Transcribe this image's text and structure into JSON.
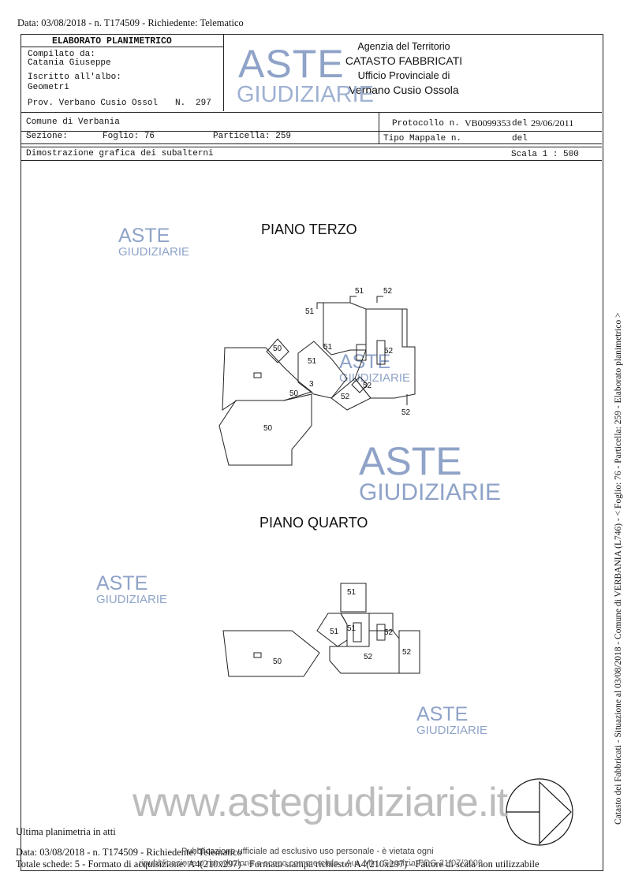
{
  "top_line": "Data: 03/08/2018 - n. T174509 - Richiedente: Telematico",
  "header": {
    "doc_title": "ELABORATO PLANIMETRICO",
    "compiled_label": "Compilato da:",
    "compiled_name": "Catania Giuseppe",
    "albo_label": "Iscritto all'albo:",
    "albo_value": "Geometri",
    "prov_label": "Prov. Verbano Cusio Ossol",
    "prov_n_label": "N.",
    "prov_n": "297",
    "agency": "Agenzia del Territorio",
    "catasto": "CATASTO FABBRICATI",
    "ufficio": "Ufficio Provinciale di",
    "city": "Verbano Cusio Ossola"
  },
  "info": {
    "comune": "Comune di Verbania",
    "sezione_label": "Sezione:",
    "foglio": "Foglio: 76",
    "particella": "Particella: 259",
    "protocollo_label": "Protocollo n.",
    "protocollo": "VB0099353",
    "del_label": "del",
    "del_date": "29/06/2011",
    "tipo_label": "Tipo Mappale n.",
    "tipo_del": "del",
    "dimostrazione": "Dimostrazione grafica dei subalterni",
    "scala": "Scala 1 : 500"
  },
  "plans": {
    "terzo": "PIANO TERZO",
    "quarto": "PIANO QUARTO",
    "terzo_labels": [
      "51",
      "52",
      "51",
      "50",
      "51",
      "51",
      "3",
      "50",
      "52",
      "52",
      "52",
      "50",
      "52"
    ],
    "quarto_labels": [
      "51",
      "51",
      "51",
      "52",
      "52",
      "52",
      "50"
    ]
  },
  "watermarks": {
    "aste": "ASTE",
    "giudiziarie": "GIUDIZIARIE",
    "site": "www.astegiudiziarie.it"
  },
  "footer": {
    "ultima": "Ultima planimetria in atti",
    "line1": "Data: 03/08/2018 - n. T174509 - Richiedente: Telematico",
    "line2": "Totale schede: 5 - Formato di acquisizione: A4(210x297) - Formato stampa richiesto: A4(210x297) - Fattore di scala non utilizzabile",
    "overlay1": "Pubblicazione ufficiale ad esclusivo uso personale - è vietata ogni",
    "overlay2": "ripubblicazione o riproduzione a scopo commerciale - Aut. Min. Giustizia PDG 21/07/2009"
  },
  "side_text": "Catasto dei Fabbricati - Situazione al 03/08/2018 - Comune di VERBANIA (L746) - < Foglio: 76 - Particella: 259 - Elaborato planimetrico >"
}
